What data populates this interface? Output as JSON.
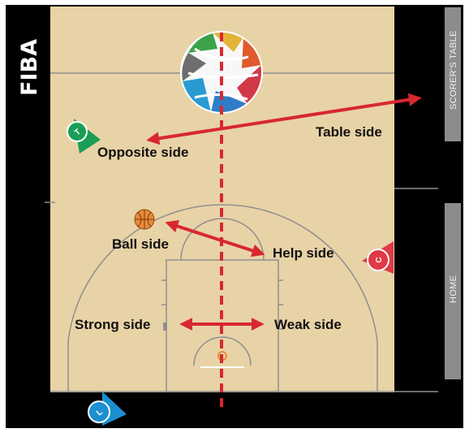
{
  "brand": {
    "logo_text": "FIBA"
  },
  "sideline_tabs": {
    "scorers_table": "SCORER'S TABLE",
    "home": "HOME"
  },
  "labels": {
    "table_side": "Table side",
    "opposite_side": "Opposite side",
    "ball_side": "Ball side",
    "help_side": "Help side",
    "strong_side": "Strong side",
    "weak_side": "Weak side"
  },
  "referees": {
    "trail_green": "T",
    "center_red": "C",
    "lead_blue": "L"
  },
  "colors": {
    "court": "#e8d3a6",
    "frame": "#000000",
    "lines": "#8f8f8f",
    "arrows": "#d8282e",
    "tab_gray": "#8c8c8c",
    "ref_green": "#1a9e55",
    "ref_red": "#e03a46",
    "ref_blue": "#1c8fd1",
    "ball_orange": "#e88a3a"
  }
}
